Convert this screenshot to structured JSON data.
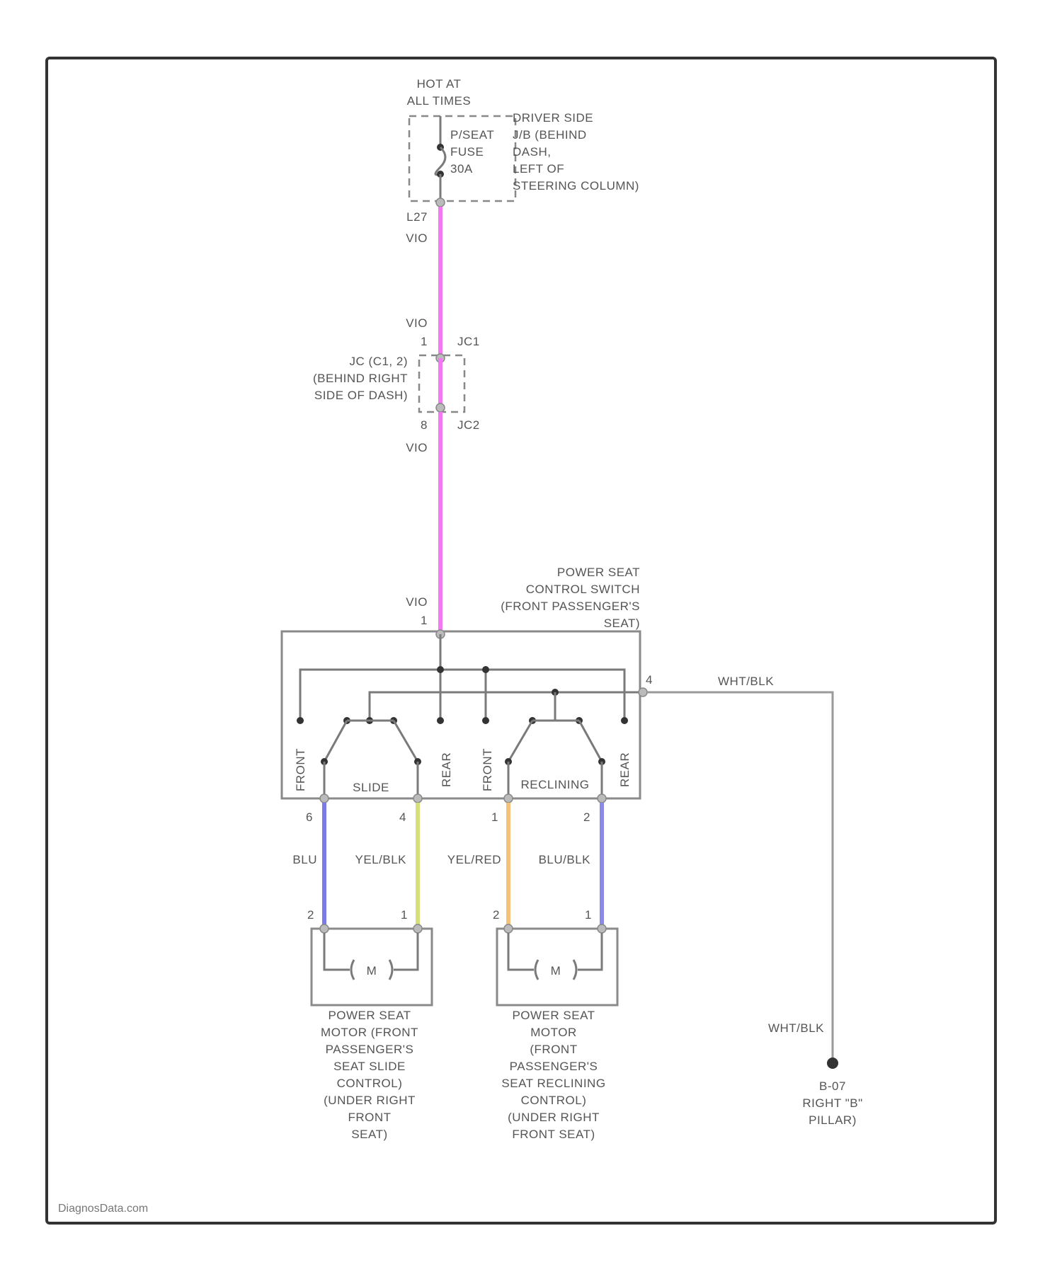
{
  "diagram": {
    "hot_label": [
      "HOT AT",
      "ALL TIMES"
    ],
    "fuse_label": [
      "P/SEAT",
      "FUSE",
      "30A"
    ],
    "fuse_location": [
      "DRIVER SIDE",
      "J/B (BEHIND",
      "DASH,",
      "LEFT OF",
      "STEERING COLUMN)"
    ],
    "fuse_pin": "L27",
    "wire_vio_1": "VIO",
    "wire_vio_2": "VIO",
    "wire_vio_3": "VIO",
    "wire_vio_4": "VIO",
    "jc_pin_top": "1",
    "jc_id_top": "JC1",
    "jc_pin_bottom": "8",
    "jc_id_bottom": "JC2",
    "jc_label": [
      "JC (C1, 2)",
      "(BEHIND RIGHT",
      "SIDE OF DASH)"
    ],
    "switch_label": [
      "POWER SEAT",
      "CONTROL SWITCH",
      "(FRONT PASSENGER'S",
      "SEAT)"
    ],
    "switch_pin_in": "1",
    "switch_pin_gnd": "4",
    "ground_wire_top": "WHT/BLK",
    "ground_wire_bottom": "WHT/BLK",
    "ground_label": [
      "B-07",
      "RIGHT \"B\"",
      "PILLAR)"
    ],
    "switch_contacts": {
      "slide_front": "FRONT",
      "slide_label": "SLIDE",
      "slide_rear": "REAR",
      "recline_front": "FRONT",
      "recline_label": "RECLINING",
      "recline_rear": "REAR"
    },
    "switch_out_pins": [
      "6",
      "4",
      "1",
      "2"
    ],
    "wires": [
      "BLU",
      "YEL/BLK",
      "YEL/RED",
      "BLU/BLK"
    ],
    "motor_pins": [
      "2",
      "1",
      "2",
      "1"
    ],
    "motor_symbol": "M",
    "motor1_label": [
      "POWER SEAT",
      "MOTOR (FRONT",
      "PASSENGER'S",
      "SEAT SLIDE",
      "CONTROL)",
      "(UNDER RIGHT",
      "FRONT",
      "SEAT)"
    ],
    "motor2_label": [
      "POWER SEAT",
      "MOTOR",
      "(FRONT",
      "PASSENGER'S",
      "SEAT RECLINING",
      "CONTROL)",
      "(UNDER RIGHT",
      "FRONT SEAT)"
    ],
    "watermark": "DiagnosData.com",
    "colors": {
      "vio": "#f279f2",
      "blu": "#7a7ae8",
      "yel_blk": "#d6e07a",
      "yel_red": "#f5c07a",
      "blu_blk": "#8a8ae8",
      "wht_blk": "#9a9a9a"
    }
  }
}
